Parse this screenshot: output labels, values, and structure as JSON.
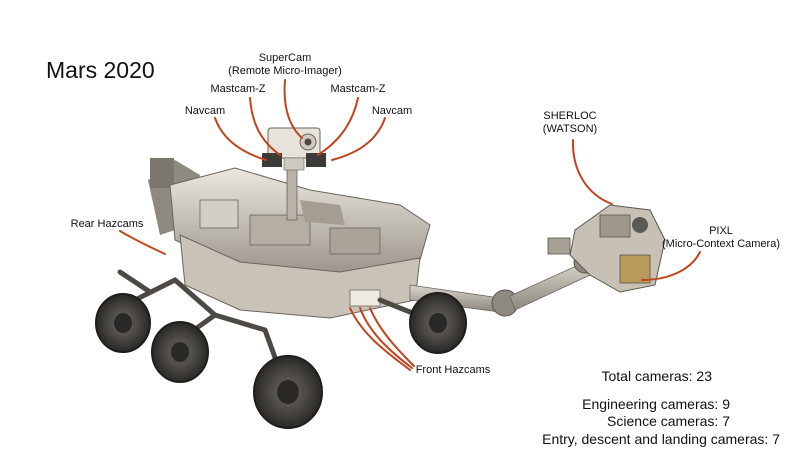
{
  "title": "Mars 2020",
  "labels": {
    "supercam": "SuperCam",
    "supercam_sub": "(Remote Micro-Imager)",
    "mastcam_left": "Mastcam-Z",
    "mastcam_right": "Mastcam-Z",
    "navcam_left": "Navcam",
    "navcam_right": "Navcam",
    "sherloc": "SHERLOC",
    "sherloc_sub": "(WATSON)",
    "rear_hazcams": "Rear Hazcams",
    "pixl": "PIXL",
    "pixl_sub": "(Micro-Context Camera)",
    "front_hazcams": "Front Hazcams"
  },
  "stats": {
    "total": "Total cameras:  23",
    "engineering": "Engineering cameras: 9",
    "science": "Science cameras: 7",
    "edl": "Entry, descent and landing cameras: 7"
  },
  "colors": {
    "leader": "#c0451f",
    "rover_body": "#d8d3c8",
    "rover_shadow": "#7a746a",
    "wheel": "#3a3a38"
  }
}
